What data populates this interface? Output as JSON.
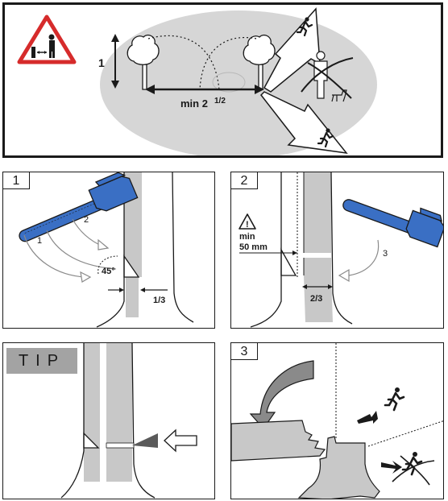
{
  "top_panel": {
    "height_label": "1",
    "distance_label": "min 2",
    "distance_fraction": "1/2"
  },
  "step1": {
    "number": "1",
    "arc_label_1": "1",
    "arc_label_2": "2",
    "angle_label": "45°",
    "depth_label": "1/3"
  },
  "step2": {
    "number": "2",
    "warning_label": "min\n50 mm",
    "warning_line1": "min",
    "warning_line2": "50 mm",
    "arc_label": "3",
    "depth_label": "2/3"
  },
  "tip": {
    "label": "TIP"
  },
  "step3": {
    "number": "3"
  },
  "colors": {
    "chainsaw_blue": "#3a6fc4",
    "warning_red": "#d62b2b",
    "ellipse_grey": "#d6d6d6",
    "trunk_grey": "#c8c8c8"
  }
}
